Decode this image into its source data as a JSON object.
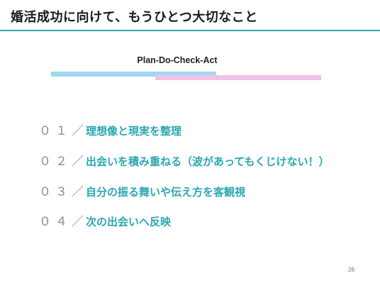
{
  "slide": {
    "title": "婚活成功に向けて、もうひとつ大切なこと",
    "framework_label": "Plan-Do-Check-Act",
    "items": [
      {
        "number": "０１／",
        "text": "理想像と現実を整理"
      },
      {
        "number": "０２／",
        "text": "出会いを積み重ねる（波があってもくじけない！）"
      },
      {
        "number": "０３／",
        "text": "自分の振る舞いや伝え方を客観視"
      },
      {
        "number": "０４／",
        "text": "次の出会いへ反映"
      }
    ],
    "page_number": "26",
    "colors": {
      "accent": "#2aa7b3",
      "number_gray": "#8a8a8a",
      "bar_blue": "#9fd8ee",
      "bar_pink": "#efc2e6"
    }
  }
}
